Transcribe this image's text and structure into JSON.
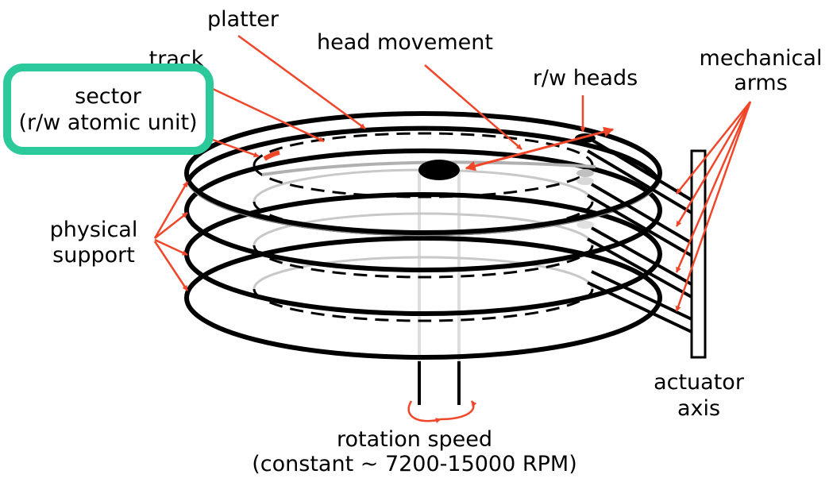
{
  "labels": {
    "platter": "platter",
    "head_movement": "head movement",
    "track": "track",
    "rw_heads": "r/w heads",
    "mechanical_arms": [
      "mechanical",
      "arms"
    ],
    "sector": [
      "sector",
      "(r/w atomic unit)"
    ],
    "physical_support": [
      "physical",
      "support"
    ],
    "actuator_axis": [
      "actuator",
      "axis"
    ],
    "rotation_speed": [
      "rotation speed",
      "(constant ~ 7200-15000 RPM)"
    ]
  },
  "colors": {
    "annotation": "#f0472b",
    "highlight": "#2bc99b",
    "line": "#000000"
  },
  "platter_count": 4
}
